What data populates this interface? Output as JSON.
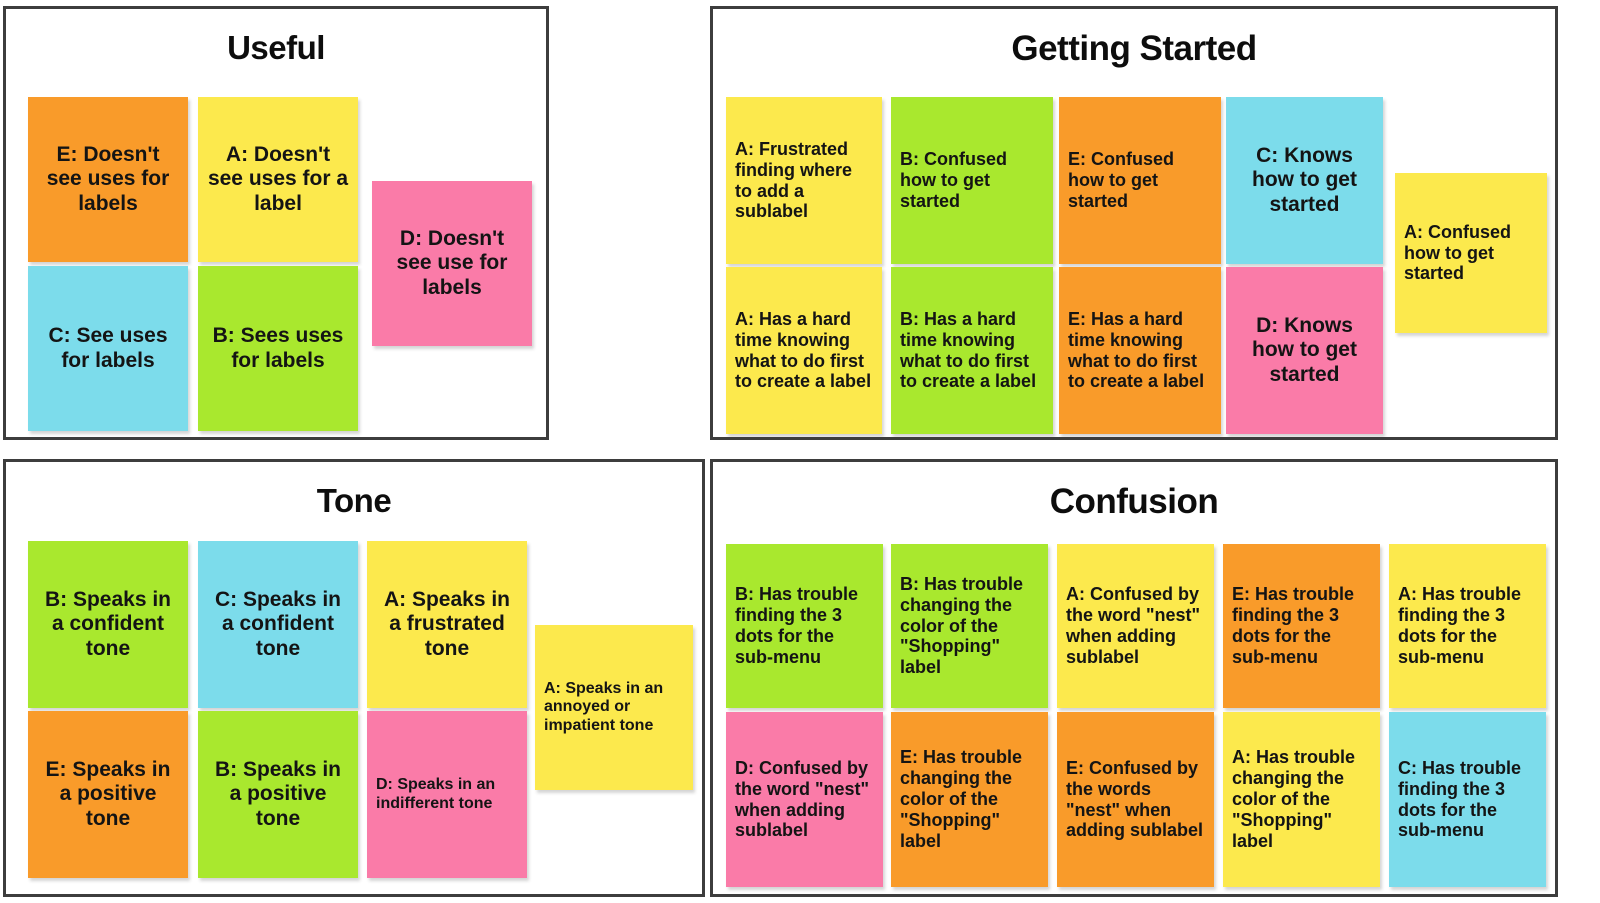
{
  "colors": {
    "orange": "#F99B2A",
    "yellow": "#FCE94D",
    "green": "#A9E82E",
    "cyan": "#7CDCEB",
    "pink": "#FA7BA8",
    "panel_border": "#3d3d3d",
    "text": "#141414",
    "background": "#FFFFFF"
  },
  "panels": [
    {
      "id": "useful",
      "title": "Useful",
      "notes": [
        {
          "id": "useful-n1",
          "text": "E: Doesn't see uses for labels",
          "color": "orange",
          "align": "center"
        },
        {
          "id": "useful-n2",
          "text": "A: Doesn't see uses for a label",
          "color": "yellow",
          "align": "center"
        },
        {
          "id": "useful-n3",
          "text": "D: Doesn't see use for labels",
          "color": "pink",
          "align": "center"
        },
        {
          "id": "useful-n4",
          "text": "C: See uses for labels",
          "color": "cyan",
          "align": "center"
        },
        {
          "id": "useful-n5",
          "text": "B: Sees uses for labels",
          "color": "green",
          "align": "center"
        }
      ]
    },
    {
      "id": "getting-started",
      "title": "Getting Started",
      "notes": [
        {
          "id": "gs-n1",
          "text": "A: Frustrated finding where to add a sublabel",
          "color": "yellow",
          "align": "left"
        },
        {
          "id": "gs-n2",
          "text": "B: Confused how to get started",
          "color": "green",
          "align": "left"
        },
        {
          "id": "gs-n3",
          "text": "E: Confused how to get started",
          "color": "orange",
          "align": "left"
        },
        {
          "id": "gs-n4",
          "text": "C: Knows how to get started",
          "color": "cyan",
          "align": "center"
        },
        {
          "id": "gs-n5",
          "text": "A: Confused how to get started",
          "color": "yellow",
          "align": "left"
        },
        {
          "id": "gs-n6",
          "text": "A: Has a hard time knowing what to do first to create a label",
          "color": "yellow",
          "align": "left"
        },
        {
          "id": "gs-n7",
          "text": "B: Has a hard time knowing what to do first to create a label",
          "color": "green",
          "align": "left"
        },
        {
          "id": "gs-n8",
          "text": "E: Has a hard time knowing what to do first to create a label",
          "color": "orange",
          "align": "left"
        },
        {
          "id": "gs-n9",
          "text": "D: Knows how to get started",
          "color": "pink",
          "align": "center"
        }
      ]
    },
    {
      "id": "tone",
      "title": "Tone",
      "notes": [
        {
          "id": "tone-n1",
          "text": "B: Speaks in a confident tone",
          "color": "green",
          "align": "center"
        },
        {
          "id": "tone-n2",
          "text": "C: Speaks in a confident tone",
          "color": "cyan",
          "align": "center"
        },
        {
          "id": "tone-n3",
          "text": "A: Speaks in a frustrated tone",
          "color": "yellow",
          "align": "center"
        },
        {
          "id": "tone-n4",
          "text": "A: Speaks in an annoyed or impatient tone",
          "color": "yellow",
          "align": "left"
        },
        {
          "id": "tone-n5",
          "text": "E: Speaks in a positive tone",
          "color": "orange",
          "align": "center"
        },
        {
          "id": "tone-n6",
          "text": "B: Speaks in a positive tone",
          "color": "green",
          "align": "center"
        },
        {
          "id": "tone-n7",
          "text": "D: Speaks in an indifferent tone",
          "color": "pink",
          "align": "left"
        }
      ]
    },
    {
      "id": "confusion",
      "title": "Confusion",
      "notes": [
        {
          "id": "conf-n1",
          "text": "B: Has trouble finding the 3 dots for the sub-menu",
          "color": "green",
          "align": "left"
        },
        {
          "id": "conf-n2",
          "text": "B: Has trouble changing the color of the \"Shopping\" label",
          "color": "green",
          "align": "left"
        },
        {
          "id": "conf-n3",
          "text": "A: Confused by the word \"nest\" when adding sublabel",
          "color": "yellow",
          "align": "left"
        },
        {
          "id": "conf-n4",
          "text": "E: Has trouble finding the 3 dots for the sub-menu",
          "color": "orange",
          "align": "left"
        },
        {
          "id": "conf-n5",
          "text": "A: Has trouble finding the 3 dots for the sub-menu",
          "color": "yellow",
          "align": "left"
        },
        {
          "id": "conf-n6",
          "text": "D: Confused by the word \"nest\" when adding sublabel",
          "color": "pink",
          "align": "left"
        },
        {
          "id": "conf-n7",
          "text": "E: Has trouble changing the color of the \"Shopping\" label",
          "color": "orange",
          "align": "left"
        },
        {
          "id": "conf-n8",
          "text": "E: Confused by the words \"nest\" when adding sublabel",
          "color": "orange",
          "align": "left"
        },
        {
          "id": "conf-n9",
          "text": "A: Has trouble changing the color of the \"Shopping\" label",
          "color": "yellow",
          "align": "left"
        },
        {
          "id": "conf-n10",
          "text": "C: Has trouble finding the 3 dots for the sub-menu",
          "color": "cyan",
          "align": "left"
        }
      ]
    }
  ]
}
